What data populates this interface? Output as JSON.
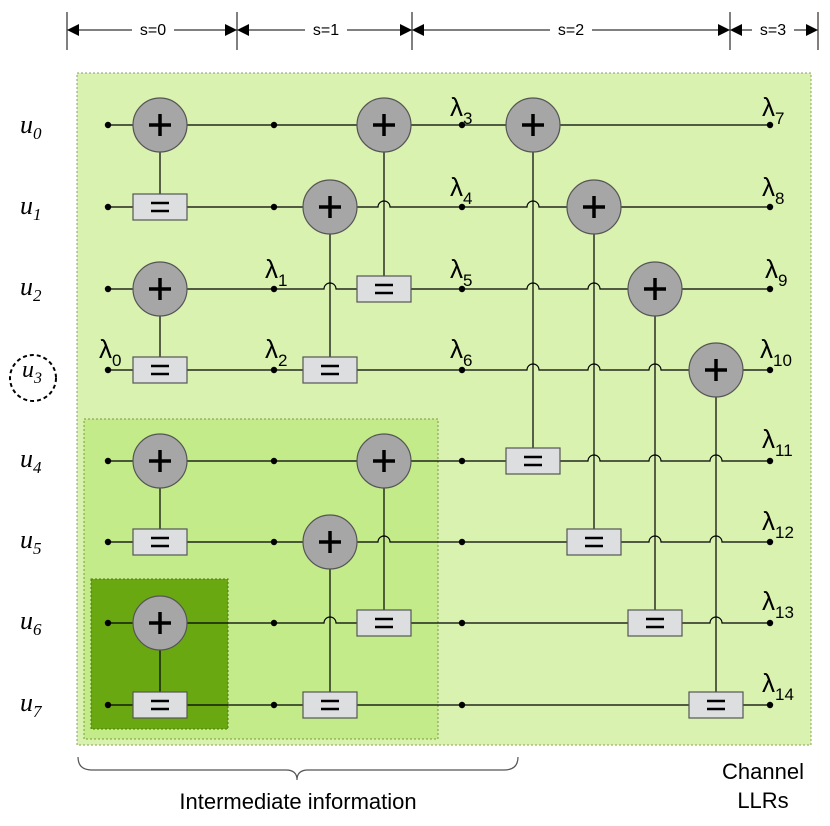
{
  "stages": [
    "s=0",
    "s=1",
    "s=2",
    "s=3"
  ],
  "inputs": [
    {
      "base": "u",
      "sub": "0"
    },
    {
      "base": "u",
      "sub": "1"
    },
    {
      "base": "u",
      "sub": "2"
    },
    {
      "base": "u",
      "sub": "3"
    },
    {
      "base": "u",
      "sub": "4"
    },
    {
      "base": "u",
      "sub": "5"
    },
    {
      "base": "u",
      "sub": "6"
    },
    {
      "base": "u",
      "sub": "7"
    }
  ],
  "highlighted_input": "u3",
  "lambda_symbol": "λ",
  "lambdas": {
    "l0": "0",
    "l1": "1",
    "l2": "2",
    "l3": "3",
    "l4": "4",
    "l5": "5",
    "l6": "6",
    "l7": "7",
    "l8": "8",
    "l9": "9",
    "l10": "10",
    "l11": "11",
    "l12": "12",
    "l13": "13",
    "l14": "14"
  },
  "xor_symbol": "+",
  "eq_symbol": "=",
  "bottom_label": "Intermediate information",
  "channel_label_line1": "Channel",
  "channel_label_line2": "LLRs",
  "colors": {
    "region_outer": "#d9f2b0",
    "region_mid": "#c3eb8a",
    "region_inner": "#6aa812",
    "xor_node": "#a6a6a6",
    "eq_node": "#dcdedf",
    "lambda0": "#e36c09"
  }
}
